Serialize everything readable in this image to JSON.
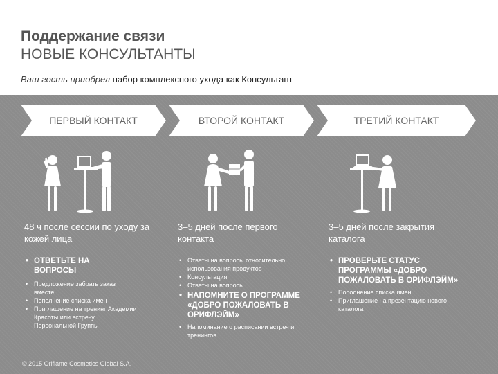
{
  "header": {
    "title": "Поддержание связи",
    "subtitle_caps": "НОВЫЕ КОНСУЛЬТАНТЫ",
    "lead_italic": "Ваш гость приобрел",
    "lead_rest": " набор комплексного ухода как Консультант"
  },
  "stages": [
    {
      "label": "ПЕРВЫЙ КОНТАКТ",
      "timing": "48 ч после сессии по уходу за кожей лица",
      "blocks": [
        {
          "type": "big",
          "items": [
            "ОТВЕТЬТЕ НА ВОПРОСЫ"
          ]
        },
        {
          "type": "small",
          "items": [
            "Предложение забрать заказ вместе",
            "Пополнение списка имен",
            "Приглашение на тренинг Академии Красоты или встречу Персональной Группы"
          ]
        }
      ]
    },
    {
      "label": "ВТОРОЙ КОНТАКТ",
      "timing": "3–5 дней после первого контакта",
      "blocks": [
        {
          "type": "small",
          "items": [
            "Ответы на вопросы относительно использования продуктов",
            "Консультация",
            "Ответы на вопросы"
          ]
        },
        {
          "type": "big",
          "items": [
            "НАПОМНИТЕ О ПРОГРАММЕ «ДОБРО ПОЖАЛОВАТЬ В ОРИФЛЭЙМ»"
          ]
        },
        {
          "type": "small",
          "items": [
            "Напоминание о расписании встреч и тренингов"
          ]
        }
      ]
    },
    {
      "label": "ТРЕТИЙ КОНТАКТ",
      "timing": "3–5 дней после закрытия каталога",
      "blocks": [
        {
          "type": "big",
          "items": [
            "ПРОВЕРЬТЕ СТАТУС ПРОГРАММЫ «ДОБРО ПОЖАЛОВАТЬ В ОРИФЛЭЙМ»"
          ]
        },
        {
          "type": "small",
          "items": [
            "Пополнение списка имен",
            "Приглашение на презентацию нового каталога"
          ]
        }
      ]
    }
  ],
  "footer": {
    "copyright": "© 2015 Oriflame Cosmetics Global S.A."
  },
  "colors": {
    "panel": "#8c8c8c",
    "chevron": "#ffffff",
    "chevron_text": "#666666",
    "figure": "#ffffff",
    "text": "#ffffff"
  },
  "icons": [
    "woman-on-phone-at-laptop-icon",
    "people-exchanging-package-icon",
    "woman-with-laptop-icon"
  ]
}
